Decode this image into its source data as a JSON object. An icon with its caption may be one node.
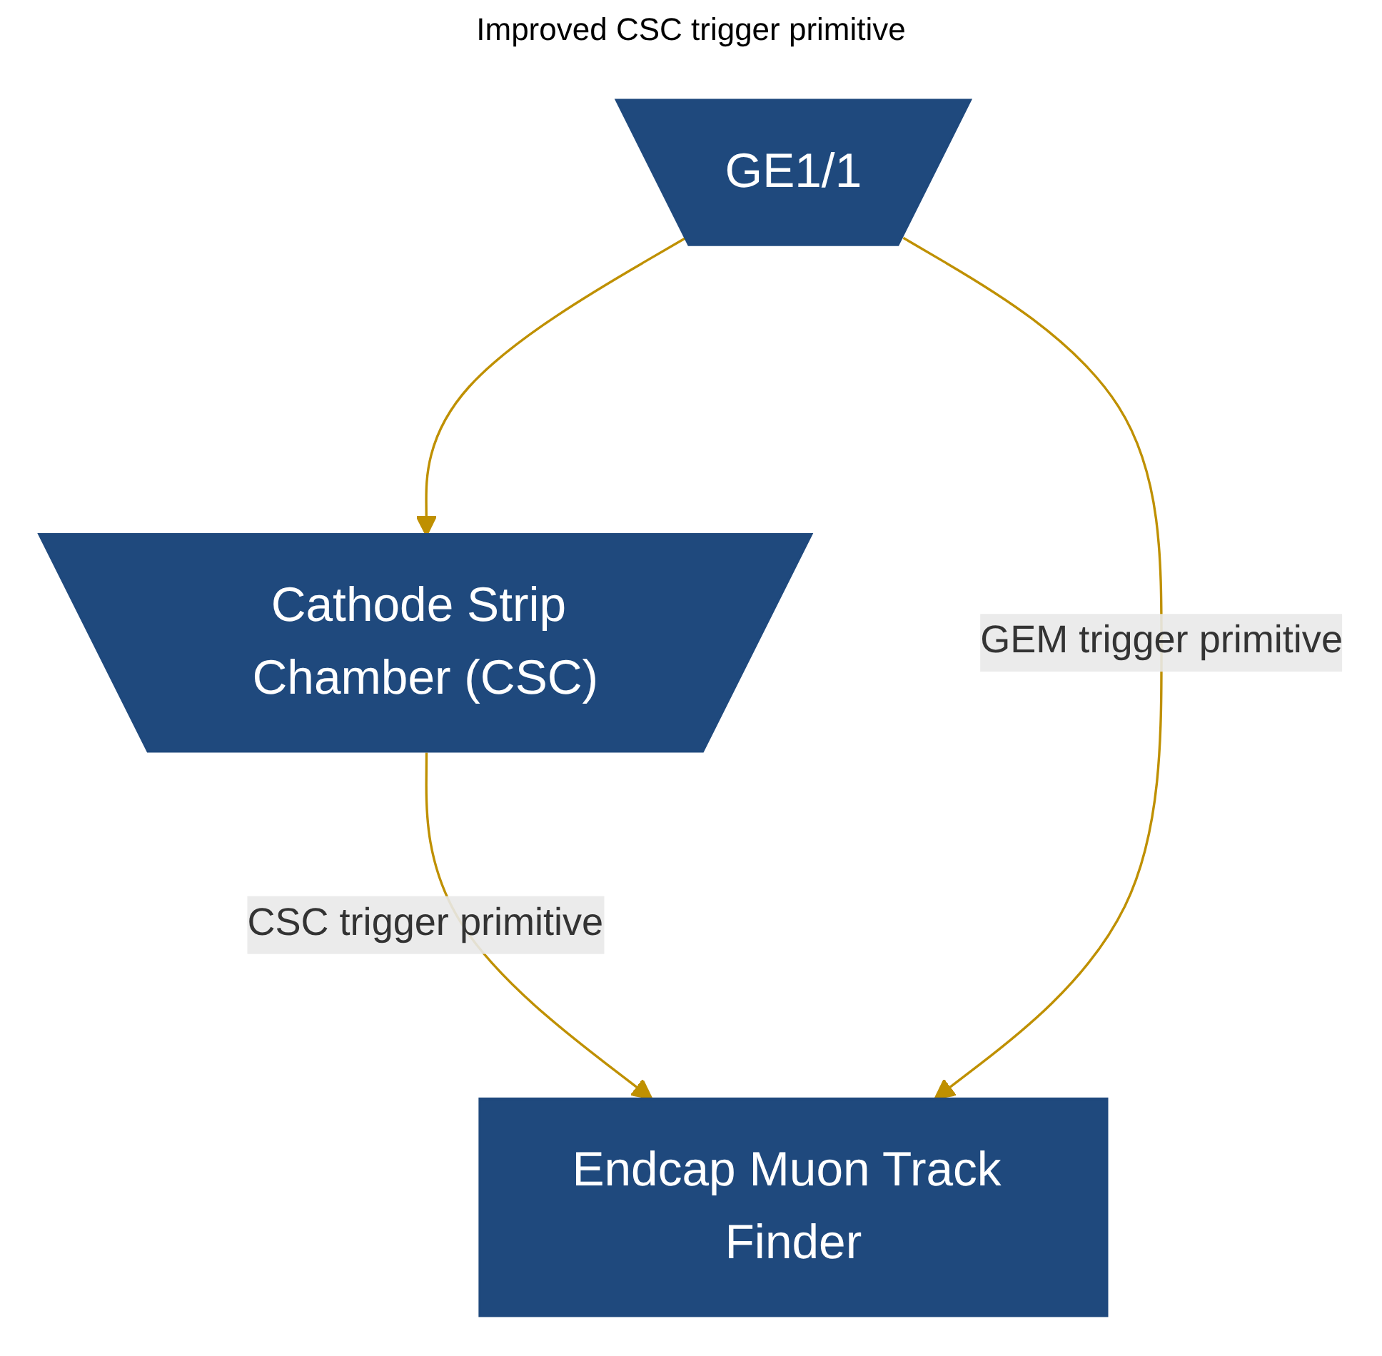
{
  "diagram": {
    "nodes": [
      {
        "text": [
          "Cathode Strip Chamber (CSC)"
        ]
      },
      {
        "text": [
          "GE1/1"
        ]
      },
      {
        "text": [
          "Endcap Muon Track Finder"
        ]
      }
    ],
    "edges": [
      {
        "from": 0,
        "to": 2,
        "arrow": "to",
        "label": "CSC trigger primitive"
      },
      {
        "from": 1,
        "to": 2,
        "arrow": "to",
        "label": "GEM trigger primitive"
      },
      {
        "from": 1,
        "to": 0,
        "arrow": "to"
      }
    ],
    "labels": [
      "Improved CSC trigger primitive"
    ]
  }
}
